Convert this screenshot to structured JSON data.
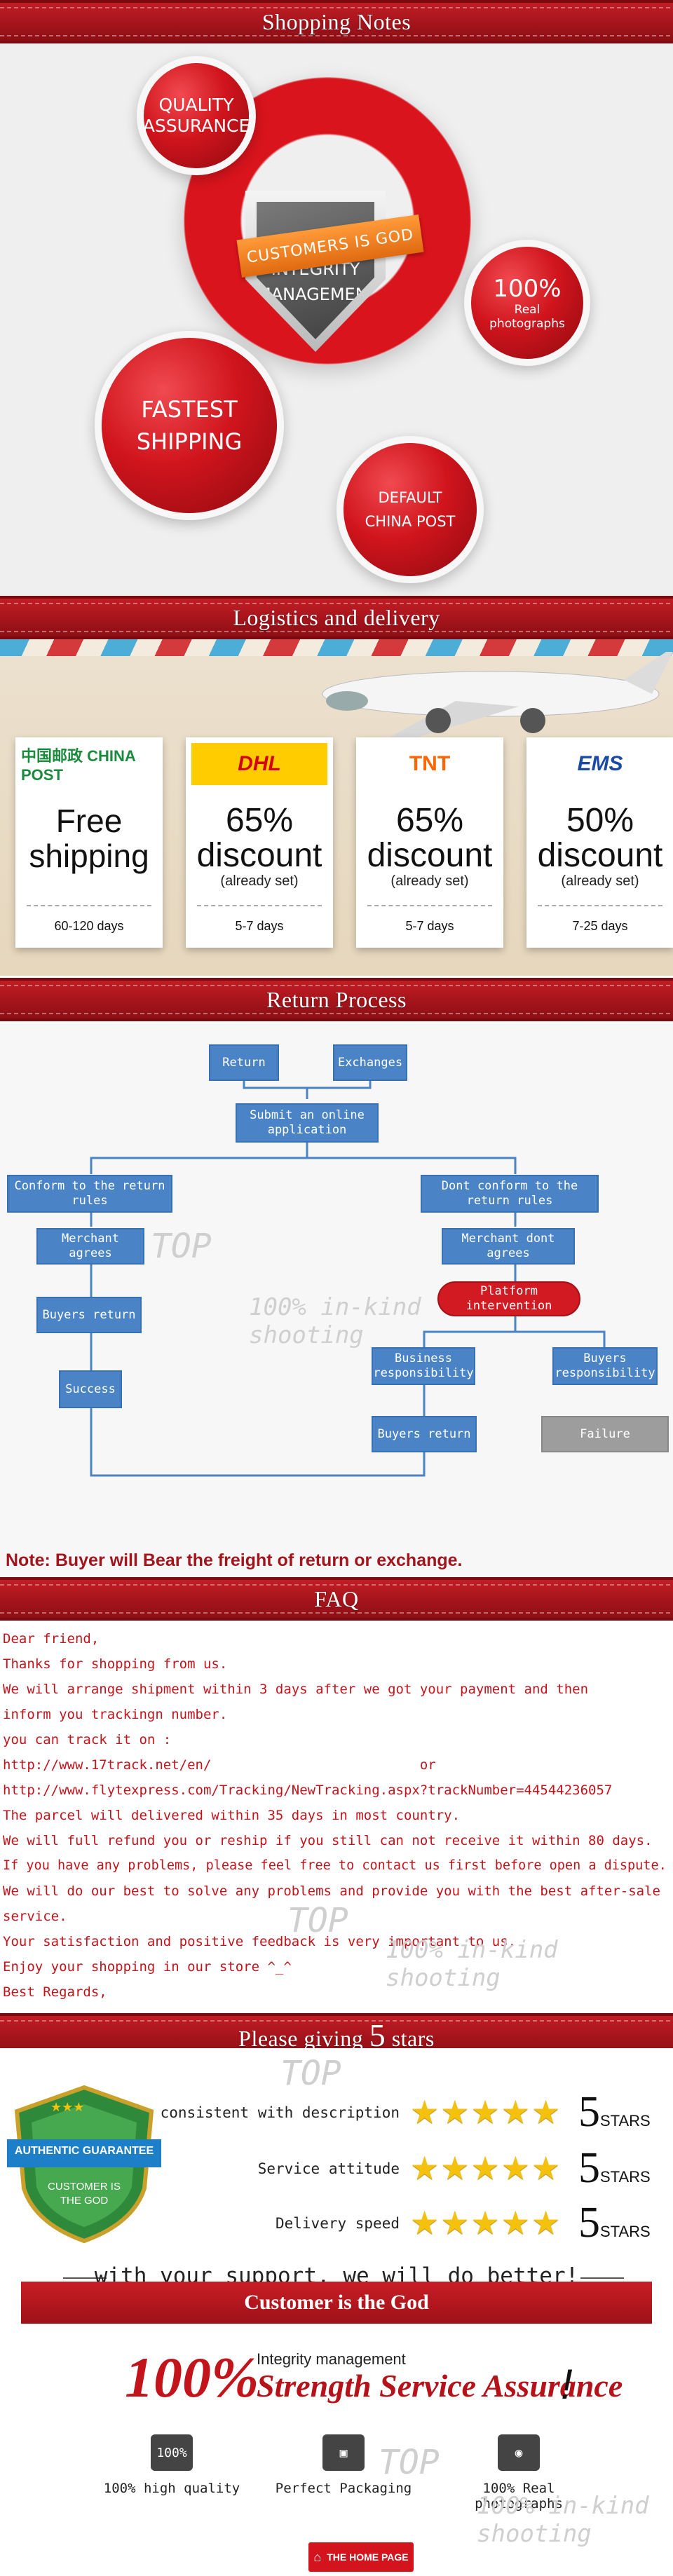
{
  "sections": {
    "shopping_notes": "Shopping Notes",
    "logistics": "Logistics and delivery",
    "return_process": "Return Process",
    "faq": "FAQ",
    "stars_prefix": "Please giving",
    "stars_number": "5",
    "stars_suffix": "stars"
  },
  "notes": {
    "quality": "QUALITY ASSURANCE",
    "ribbon": "CUSTOMERS IS GOD",
    "integrity": "INTEGRITY MANAGEMENT",
    "real_big": "100%",
    "real_small": "Real photographs",
    "fastest": "FASTEST SHIPPING",
    "default_china": "DEFAULT CHINA POST"
  },
  "carriers": [
    {
      "logo": "中国邮政 CHINA POST",
      "offer": "Free shipping",
      "sub": "",
      "days": "60-120 days",
      "color": "#1a8a3c"
    },
    {
      "logo": "DHL",
      "offer": "65% discount",
      "sub": "(already set)",
      "days": "5-7 days",
      "color": "#d40511"
    },
    {
      "logo": "TNT",
      "offer": "65% discount",
      "sub": "(already set)",
      "days": "5-7 days",
      "color": "#ff6600"
    },
    {
      "logo": "EMS",
      "offer": "50% discount",
      "sub": "(already set)",
      "days": "7-25 days",
      "color": "#1b4aa3"
    }
  ],
  "return_flow": {
    "return": "Return",
    "exchanges": "Exchanges",
    "submit": "Submit an online application",
    "conform": "Conform to the return rules",
    "dont_conform": "Dont conform to the return rules",
    "merchant_agrees": "Merchant agrees",
    "merchant_dont": "Merchant dont agrees",
    "platform": "Platform intervention",
    "buyers_return_left": "Buyers return",
    "success": "Success",
    "business_resp": "Business responsibility",
    "buyers_resp": "Buyers responsibility",
    "buyers_return_right": "Buyers return",
    "failure": "Failure",
    "note": "Note:  Buyer will Bear the freight of return or exchange.",
    "watermark_top": "TOP",
    "watermark_text": "100% in-kind shooting"
  },
  "faq_lines": [
    "Dear friend,",
    "Thanks for shopping from us.",
    "We will arrange shipment within 3 days after we got your payment and then",
    "inform you trackingn number.",
    "you can track it on :",
    "http://www.17track.net/en/                          or",
    "http://www.flytexpress.com/Tracking/NewTracking.aspx?trackNumber=44544236057",
    "The parcel will delivered within 35 days in most country.",
    "We will full refund you or reship if you still can not receive it within 80 days.",
    "If you have any problems, please feel free to contact us first before open a dispute.",
    "We will do our best to solve any problems and provide you with the best after-sale",
    "service.",
    "Your satisfaction and positive feedback is very important to us.",
    "Enjoy your shopping in our store ^_^",
    "Best Regards,"
  ],
  "ratings": [
    {
      "label": "consistent with description",
      "value": 5,
      "unit": "STARS"
    },
    {
      "label": "Service attitude",
      "value": 5,
      "unit": "STARS"
    },
    {
      "label": "Delivery speed",
      "value": 5,
      "unit": "STARS"
    }
  ],
  "badge": {
    "top": "AUTHENTIC GUARANTEE",
    "bottom": "CUSTOMER IS THE GOD"
  },
  "support": "with your support. we will do better!",
  "god_bar": "Customer is the God",
  "assurance": {
    "pct": "100%",
    "small": "Integrity management",
    "big": "Strength Service Assurance"
  },
  "features": [
    {
      "icon": "100%",
      "label": "100% high quality"
    },
    {
      "icon": "▣",
      "label": "Perfect Packaging"
    },
    {
      "icon": "◉",
      "label": "100% Real photographs"
    }
  ],
  "home_button": "THE HOME PAGE"
}
